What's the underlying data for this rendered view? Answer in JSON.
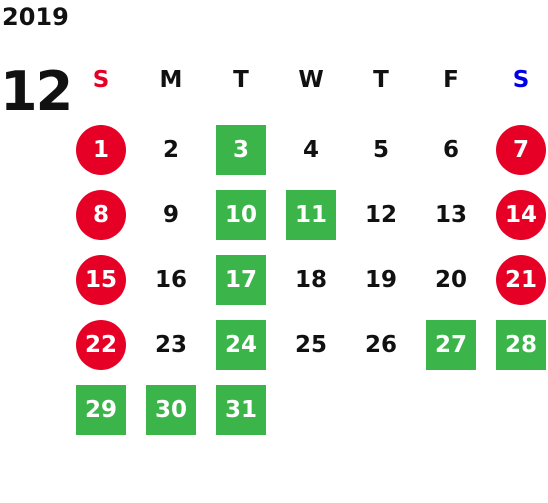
{
  "year": "2019",
  "month": "12",
  "weekdays": [
    {
      "label": "S",
      "color": "#e60026"
    },
    {
      "label": "M",
      "color": "#111111"
    },
    {
      "label": "T",
      "color": "#111111"
    },
    {
      "label": "W",
      "color": "#111111"
    },
    {
      "label": "T",
      "color": "#111111"
    },
    {
      "label": "F",
      "color": "#111111"
    },
    {
      "label": "S",
      "color": "#0000e6"
    }
  ],
  "colors": {
    "red_circle": "#e60026",
    "green_box": "#3bb54a",
    "default_text": "#111111"
  },
  "days": [
    {
      "label": "1",
      "style": "red-circle"
    },
    {
      "label": "2",
      "style": "plain"
    },
    {
      "label": "3",
      "style": "green-box"
    },
    {
      "label": "4",
      "style": "plain"
    },
    {
      "label": "5",
      "style": "plain"
    },
    {
      "label": "6",
      "style": "plain"
    },
    {
      "label": "7",
      "style": "red-circle"
    },
    {
      "label": "8",
      "style": "red-circle"
    },
    {
      "label": "9",
      "style": "plain"
    },
    {
      "label": "10",
      "style": "green-box"
    },
    {
      "label": "11",
      "style": "green-box"
    },
    {
      "label": "12",
      "style": "plain"
    },
    {
      "label": "13",
      "style": "plain"
    },
    {
      "label": "14",
      "style": "red-circle"
    },
    {
      "label": "15",
      "style": "red-circle"
    },
    {
      "label": "16",
      "style": "plain"
    },
    {
      "label": "17",
      "style": "green-box"
    },
    {
      "label": "18",
      "style": "plain"
    },
    {
      "label": "19",
      "style": "plain"
    },
    {
      "label": "20",
      "style": "plain"
    },
    {
      "label": "21",
      "style": "red-circle"
    },
    {
      "label": "22",
      "style": "red-circle"
    },
    {
      "label": "23",
      "style": "plain"
    },
    {
      "label": "24",
      "style": "green-box"
    },
    {
      "label": "25",
      "style": "plain"
    },
    {
      "label": "26",
      "style": "plain"
    },
    {
      "label": "27",
      "style": "green-box"
    },
    {
      "label": "28",
      "style": "green-box"
    },
    {
      "label": "29",
      "style": "green-box"
    },
    {
      "label": "30",
      "style": "green-box"
    },
    {
      "label": "31",
      "style": "green-box"
    }
  ]
}
